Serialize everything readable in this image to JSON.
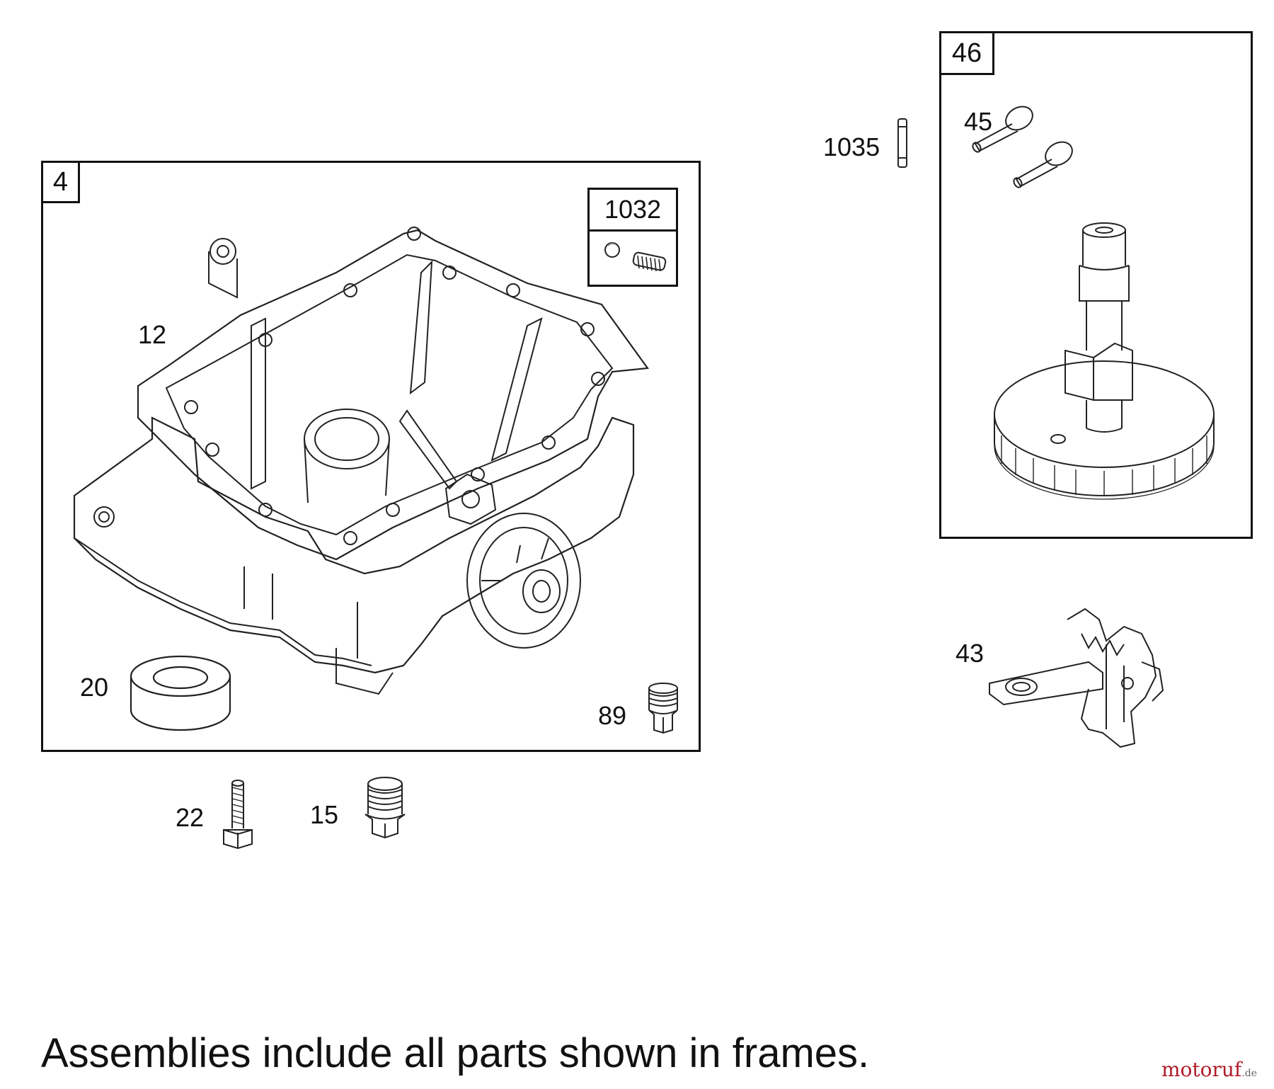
{
  "frames": {
    "left": {
      "tag": "4"
    },
    "right": {
      "tag": "46"
    },
    "subkit": {
      "tag": "1032"
    }
  },
  "callouts": {
    "p1035": "1035",
    "p45": "45",
    "p12": "12",
    "p20": "20",
    "p89": "89",
    "p43": "43",
    "p22": "22",
    "p15": "15"
  },
  "footnote": "Assemblies include all parts shown in frames.",
  "watermark": {
    "brand": "motoruf",
    "tld": ".de",
    "color": "#b21c2a"
  }
}
